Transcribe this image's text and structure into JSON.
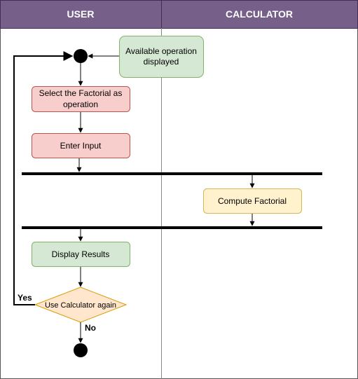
{
  "lanes": {
    "user": "USER",
    "calculator": "CALCULATOR"
  },
  "nodes": {
    "available_line1": "Available operation",
    "available_line2": "displayed",
    "select_line1": "Select the Factorial as",
    "select_line2": "operation",
    "enter_input": "Enter Input",
    "compute": "Compute Factorial",
    "display": "Display Results",
    "decision": "Use Calculator again"
  },
  "edges": {
    "yes": "Yes",
    "no": "No"
  },
  "colors": {
    "lane_header": "#76608a",
    "green_fill": "#d5e8d4",
    "green_stroke": "#82b366",
    "red_fill": "#f8cecc",
    "red_stroke": "#b85450",
    "yellow_fill": "#fff2cc",
    "yellow_stroke": "#d6b656",
    "decision_fill": "#ffe6cc",
    "decision_stroke": "#d79b00"
  }
}
